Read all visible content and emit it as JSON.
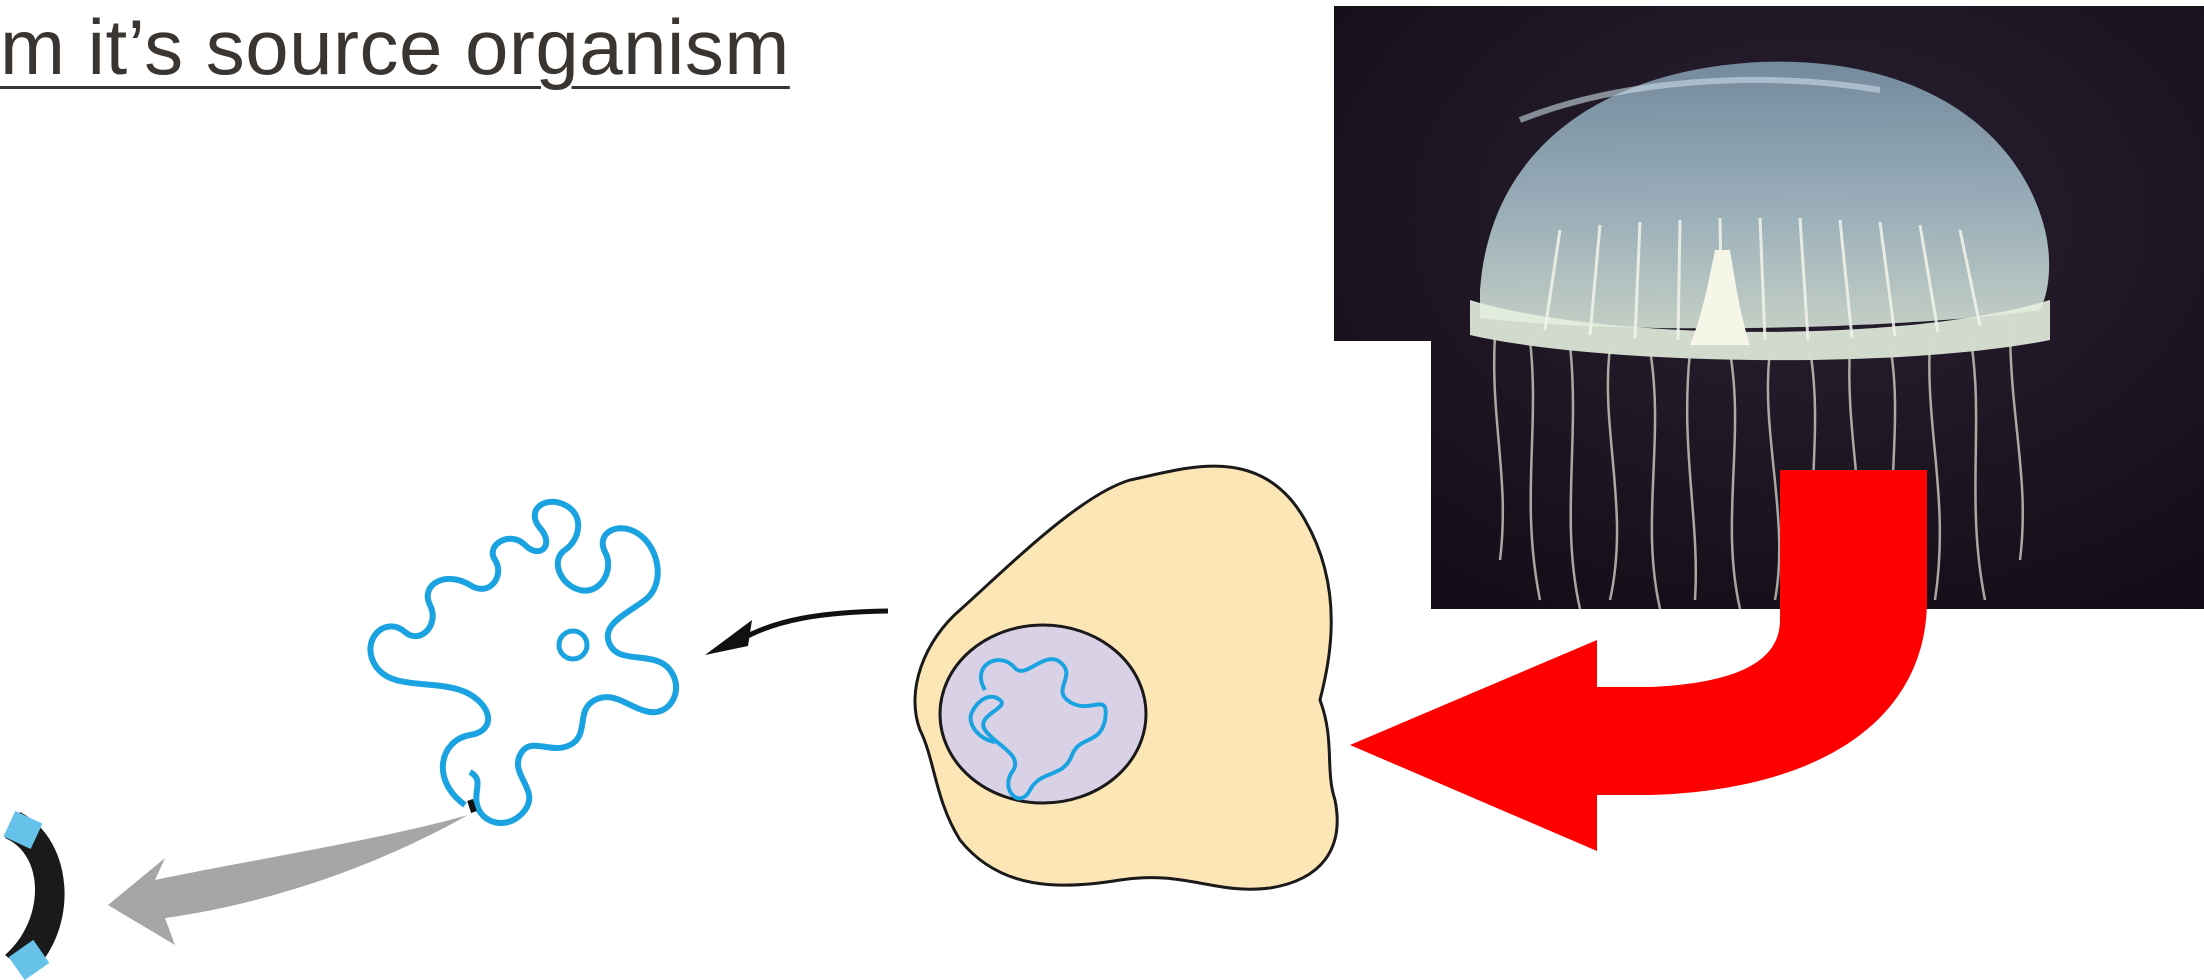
{
  "slide": {
    "title": "m it’s source organism"
  },
  "diagram": {
    "nodes": [
      {
        "name": "jellyfish-photo",
        "kind": "photograph",
        "subject": "jellyfish"
      },
      {
        "name": "cell",
        "kind": "cell-with-nucleus",
        "contains": "dna"
      },
      {
        "name": "dna-strand",
        "kind": "coiled-dna"
      },
      {
        "name": "plasmid-fragment",
        "kind": "partial-ring"
      }
    ],
    "edges": [
      {
        "from": "jellyfish-photo",
        "to": "cell",
        "style": "red-bent-arrow"
      },
      {
        "from": "cell",
        "to": "dna-strand",
        "style": "black-arrow"
      },
      {
        "from": "dna-strand",
        "to": "plasmid-fragment",
        "style": "gray-arrow"
      }
    ],
    "colors": {
      "red_arrow": "#ff0000",
      "black_arrow": "#111111",
      "gray_arrow": "#a6a6a6",
      "dna": "#1aa3e0",
      "cytoplasm": "#fde6b6",
      "nucleus": "#d9d2e6",
      "photo_background": "#1f1426",
      "plasmid_segment": "#67c2ea"
    }
  }
}
